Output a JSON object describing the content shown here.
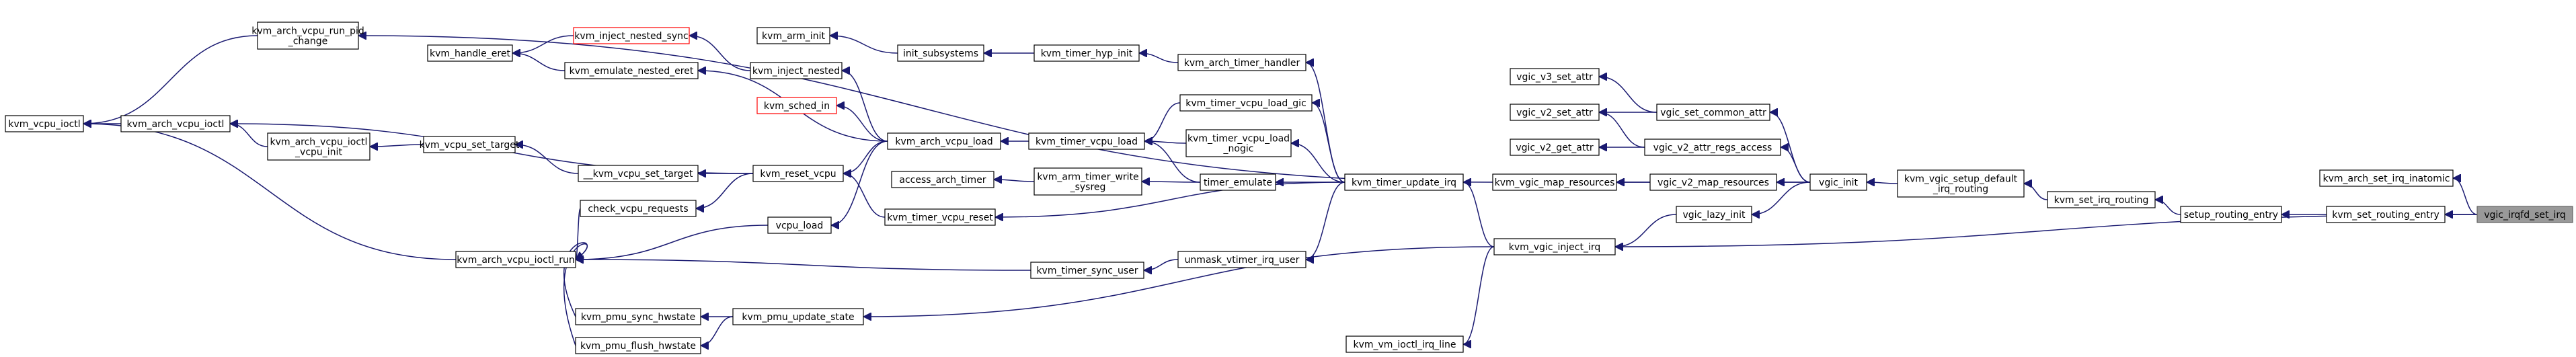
{
  "graph": {
    "title": "",
    "colors": {
      "edge": "#191970",
      "box_border": "#000000",
      "missing_border": "#ff0000",
      "highlight_fill": "#999999"
    },
    "nodes": {
      "kvm_vcpu_ioctl": {
        "label": [
          "kvm_vcpu_ioctl"
        ]
      },
      "kvm_arch_vcpu_run_pid_change": {
        "label": [
          "kvm_arch_vcpu_run_pid",
          "_change"
        ]
      },
      "kvm_handle_eret": {
        "label": [
          "kvm_handle_eret"
        ]
      },
      "kvm_inject_nested_sync": {
        "label": [
          "kvm_inject_nested_sync"
        ],
        "missing": true
      },
      "kvm_emulate_nested_eret": {
        "label": [
          "kvm_emulate_nested_eret"
        ]
      },
      "kvm_arch_vcpu_ioctl": {
        "label": [
          "kvm_arch_vcpu_ioctl"
        ]
      },
      "kvm_arch_vcpu_ioctl_vcpu_init": {
        "label": [
          "kvm_arch_vcpu_ioctl",
          "_vcpu_init"
        ]
      },
      "kvm_vcpu_set_target": {
        "label": [
          "kvm_vcpu_set_target"
        ]
      },
      "__kvm_vcpu_set_target": {
        "label": [
          "__kvm_vcpu_set_target"
        ]
      },
      "check_vcpu_requests": {
        "label": [
          "check_vcpu_requests"
        ]
      },
      "kvm_arch_vcpu_ioctl_run": {
        "label": [
          "kvm_arch_vcpu_ioctl_run"
        ]
      },
      "kvm_pmu_sync_hwstate": {
        "label": [
          "kvm_pmu_sync_hwstate"
        ]
      },
      "kvm_pmu_flush_hwstate": {
        "label": [
          "kvm_pmu_flush_hwstate"
        ]
      },
      "kvm_arm_init": {
        "label": [
          "kvm_arm_init"
        ]
      },
      "kvm_inject_nested": {
        "label": [
          "kvm_inject_nested"
        ]
      },
      "kvm_sched_in": {
        "label": [
          "kvm_sched_in"
        ],
        "missing": true
      },
      "kvm_reset_vcpu": {
        "label": [
          "kvm_reset_vcpu"
        ]
      },
      "vcpu_load": {
        "label": [
          "vcpu_load"
        ]
      },
      "kvm_pmu_update_state": {
        "label": [
          "kvm_pmu_update_state"
        ]
      },
      "init_subsystems": {
        "label": [
          "init_subsystems"
        ]
      },
      "kvm_arch_vcpu_load": {
        "label": [
          "kvm_arch_vcpu_load"
        ]
      },
      "access_arch_timer": {
        "label": [
          "access_arch_timer"
        ]
      },
      "kvm_timer_vcpu_reset": {
        "label": [
          "kvm_timer_vcpu_reset"
        ]
      },
      "kvm_timer_sync_user": {
        "label": [
          "kvm_timer_sync_user"
        ]
      },
      "kvm_timer_hyp_init": {
        "label": [
          "kvm_timer_hyp_init"
        ]
      },
      "kvm_timer_vcpu_load": {
        "label": [
          "kvm_timer_vcpu_load"
        ]
      },
      "kvm_arm_timer_write_sysreg": {
        "label": [
          "kvm_arm_timer_write",
          "_sysreg"
        ]
      },
      "kvm_arch_timer_handler": {
        "label": [
          "kvm_arch_timer_handler"
        ]
      },
      "kvm_timer_vcpu_load_gic": {
        "label": [
          "kvm_timer_vcpu_load_gic"
        ]
      },
      "kvm_timer_vcpu_load_nogic": {
        "label": [
          "kvm_timer_vcpu_load",
          "_nogic"
        ]
      },
      "timer_emulate": {
        "label": [
          "timer_emulate"
        ]
      },
      "unmask_vtimer_irq_user": {
        "label": [
          "unmask_vtimer_irq_user"
        ]
      },
      "kvm_timer_update_irq": {
        "label": [
          "kvm_timer_update_irq"
        ]
      },
      "kvm_vgic_map_resources": {
        "label": [
          "kvm_vgic_map_resources"
        ]
      },
      "kvm_vgic_inject_irq": {
        "label": [
          "kvm_vgic_inject_irq"
        ]
      },
      "kvm_vm_ioctl_irq_line": {
        "label": [
          "kvm_vm_ioctl_irq_line"
        ]
      },
      "vgic_v3_set_attr": {
        "label": [
          "vgic_v3_set_attr"
        ]
      },
      "vgic_v2_set_attr": {
        "label": [
          "vgic_v2_set_attr"
        ]
      },
      "vgic_v2_get_attr": {
        "label": [
          "vgic_v2_get_attr"
        ]
      },
      "vgic_set_common_attr": {
        "label": [
          "vgic_set_common_attr"
        ]
      },
      "vgic_v2_attr_regs_access": {
        "label": [
          "vgic_v2_attr_regs_access"
        ]
      },
      "vgic_v2_map_resources": {
        "label": [
          "vgic_v2_map_resources"
        ]
      },
      "vgic_lazy_init": {
        "label": [
          "vgic_lazy_init"
        ]
      },
      "vgic_init": {
        "label": [
          "vgic_init"
        ]
      },
      "kvm_vgic_setup_default_irq_routing": {
        "label": [
          "kvm_vgic_setup_default",
          "_irq_routing"
        ]
      },
      "kvm_set_irq_routing": {
        "label": [
          "kvm_set_irq_routing"
        ]
      },
      "setup_routing_entry": {
        "label": [
          "setup_routing_entry"
        ]
      },
      "kvm_arch_set_irq_inatomic": {
        "label": [
          "kvm_arch_set_irq_inatomic"
        ]
      },
      "kvm_set_routing_entry": {
        "label": [
          "kvm_set_routing_entry"
        ]
      },
      "vgic_irqfd_set_irq": {
        "label": [
          "vgic_irqfd_set_irq"
        ],
        "highlight": true
      }
    },
    "edges": [
      [
        "kvm_arch_vcpu_run_pid_change",
        "kvm_vcpu_ioctl"
      ],
      [
        "kvm_arch_vcpu_ioctl",
        "kvm_vcpu_ioctl"
      ],
      [
        "kvm_arch_vcpu_ioctl_run",
        "kvm_vcpu_ioctl"
      ],
      [
        "kvm_arch_vcpu_ioctl_vcpu_init",
        "kvm_arch_vcpu_ioctl"
      ],
      [
        "kvm_vcpu_set_target",
        "kvm_arch_vcpu_ioctl_vcpu_init"
      ],
      [
        "kvm_emulate_nested_eret",
        "kvm_handle_eret"
      ],
      [
        "kvm_inject_nested_sync",
        "kvm_handle_eret"
      ],
      [
        "check_vcpu_requests",
        "kvm_arch_vcpu_ioctl_run"
      ],
      [
        "vcpu_load",
        "kvm_arch_vcpu_ioctl_run"
      ],
      [
        "kvm_timer_sync_user",
        "kvm_arch_vcpu_ioctl_run"
      ],
      [
        "kvm_pmu_sync_hwstate",
        "kvm_arch_vcpu_ioctl_run"
      ],
      [
        "kvm_pmu_flush_hwstate",
        "kvm_arch_vcpu_ioctl_run"
      ],
      [
        "kvm_inject_nested",
        "kvm_inject_nested_sync"
      ],
      [
        "kvm_reset_vcpu",
        "kvm_arch_vcpu_ioctl"
      ],
      [
        "kvm_reset_vcpu",
        "__kvm_vcpu_set_target"
      ],
      [
        "kvm_reset_vcpu",
        "check_vcpu_requests"
      ],
      [
        "__kvm_vcpu_set_target",
        "kvm_vcpu_set_target"
      ],
      [
        "kvm_pmu_update_state",
        "kvm_pmu_sync_hwstate"
      ],
      [
        "kvm_pmu_update_state",
        "kvm_pmu_flush_hwstate"
      ],
      [
        "init_subsystems",
        "kvm_arm_init"
      ],
      [
        "kvm_arch_vcpu_load",
        "kvm_inject_nested"
      ],
      [
        "kvm_arch_vcpu_load",
        "kvm_emulate_nested_eret"
      ],
      [
        "kvm_arch_vcpu_load",
        "kvm_sched_in"
      ],
      [
        "kvm_arch_vcpu_load",
        "kvm_reset_vcpu"
      ],
      [
        "kvm_arch_vcpu_load",
        "vcpu_load"
      ],
      [
        "kvm_timer_hyp_init",
        "init_subsystems"
      ],
      [
        "kvm_timer_vcpu_load",
        "kvm_arch_vcpu_load"
      ],
      [
        "kvm_timer_vcpu_reset",
        "kvm_reset_vcpu"
      ],
      [
        "kvm_arm_timer_write_sysreg",
        "access_arch_timer"
      ],
      [
        "kvm_timer_vcpu_load_gic",
        "kvm_timer_vcpu_load"
      ],
      [
        "kvm_timer_vcpu_load_nogic",
        "kvm_timer_vcpu_load"
      ],
      [
        "timer_emulate",
        "kvm_timer_vcpu_load"
      ],
      [
        "timer_emulate",
        "kvm_arm_timer_write_sysreg"
      ],
      [
        "unmask_vtimer_irq_user",
        "kvm_timer_sync_user"
      ],
      [
        "kvm_arch_timer_handler",
        "kvm_timer_hyp_init"
      ],
      [
        "kvm_timer_update_irq",
        "kvm_arch_timer_handler"
      ],
      [
        "kvm_timer_update_irq",
        "kvm_timer_vcpu_load_gic"
      ],
      [
        "kvm_timer_update_irq",
        "kvm_timer_vcpu_load_nogic"
      ],
      [
        "kvm_timer_update_irq",
        "timer_emulate"
      ],
      [
        "kvm_timer_update_irq",
        "kvm_timer_vcpu_reset"
      ],
      [
        "kvm_timer_update_irq",
        "unmask_vtimer_irq_user"
      ],
      [
        "kvm_vgic_map_resources",
        "kvm_arch_vcpu_run_pid_change"
      ],
      [
        "kvm_vgic_inject_irq",
        "kvm_timer_update_irq"
      ],
      [
        "kvm_vgic_inject_irq",
        "kvm_pmu_update_state"
      ],
      [
        "kvm_vgic_inject_irq",
        "kvm_vm_ioctl_irq_line"
      ],
      [
        "vgic_set_common_attr",
        "vgic_v3_set_attr"
      ],
      [
        "vgic_set_common_attr",
        "vgic_v2_set_attr"
      ],
      [
        "vgic_v2_attr_regs_access",
        "vgic_v2_set_attr"
      ],
      [
        "vgic_v2_attr_regs_access",
        "vgic_v2_get_attr"
      ],
      [
        "vgic_v2_map_resources",
        "kvm_vgic_map_resources"
      ],
      [
        "vgic_init",
        "vgic_set_common_attr"
      ],
      [
        "vgic_init",
        "vgic_v2_attr_regs_access"
      ],
      [
        "vgic_init",
        "vgic_v2_map_resources"
      ],
      [
        "vgic_init",
        "kvm_vgic_map_resources"
      ],
      [
        "vgic_init",
        "vgic_lazy_init"
      ],
      [
        "vgic_lazy_init",
        "kvm_vgic_inject_irq"
      ],
      [
        "kvm_vgic_setup_default_irq_routing",
        "vgic_init"
      ],
      [
        "kvm_set_irq_routing",
        "kvm_vgic_setup_default_irq_routing"
      ],
      [
        "setup_routing_entry",
        "kvm_set_irq_routing"
      ],
      [
        "kvm_set_routing_entry",
        "setup_routing_entry"
      ],
      [
        "vgic_irqfd_set_irq",
        "kvm_arch_set_irq_inatomic"
      ],
      [
        "vgic_irqfd_set_irq",
        "kvm_set_routing_entry"
      ],
      [
        "vgic_irqfd_set_irq",
        "kvm_vgic_inject_irq"
      ]
    ]
  }
}
